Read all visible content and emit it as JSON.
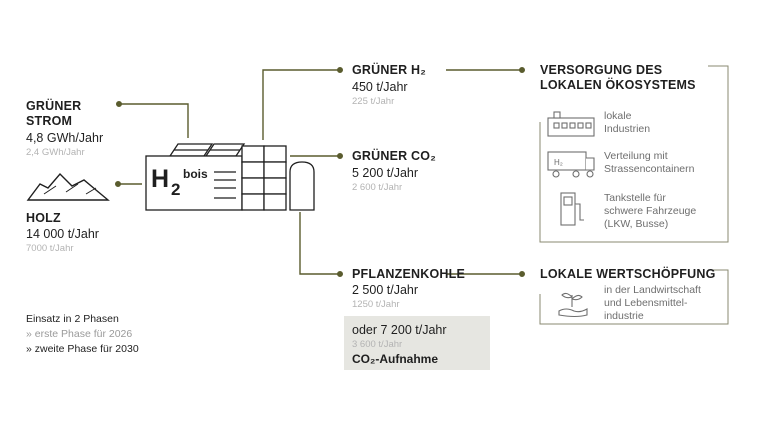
{
  "colors": {
    "accent": "#5a5c2e",
    "muted_text": "#b3b3b3",
    "box_bg": "#e6e6e1"
  },
  "strom": {
    "title": "GRÜNER\nSTROM",
    "value": "4,8 GWh/Jahr",
    "sub": "2,4 GWh/Jahr"
  },
  "holz": {
    "title": "HOLZ",
    "value": "14 000 t/Jahr",
    "sub": "7000 t/Jahr",
    "icon": "wood-pile-icon"
  },
  "plant": {
    "logo_h": "H",
    "logo_2": "2",
    "logo_bois": "bois",
    "icon": "h2bois-plant-icon"
  },
  "h2": {
    "title": "GRÜNER H₂",
    "value": "450 t/Jahr",
    "sub": "225 t/Jahr"
  },
  "co2": {
    "title": "GRÜNER CO₂",
    "value": "5 200 t/Jahr",
    "sub": "2 600 t/Jahr"
  },
  "kohle": {
    "title": "PFLANZENKOHLE",
    "value": "2 500 t/Jahr",
    "sub": "1250 t/Jahr"
  },
  "co2_uptake": {
    "value": "oder 7 200 t/Jahr",
    "sub": "3 600 t/Jahr",
    "label": "CO₂-Aufnahme"
  },
  "versorgung": {
    "title": "VERSORGUNG DES\nLOKALEN ÖKOSYSTEMS",
    "items": [
      {
        "icon": "factory-icon",
        "label": "lokale\nIndustrien"
      },
      {
        "icon": "h2-container-truck-icon",
        "label": "Verteilung mit\nStrassencontainern"
      },
      {
        "icon": "fuel-station-icon",
        "label": "Tankstelle für\nschwere Fahrzeuge\n(LKW, Busse)"
      }
    ]
  },
  "wertschoepfung": {
    "title": "LOKALE WERTSCHÖPFUNG",
    "item": {
      "icon": "hand-plant-icon",
      "label": "in der Landwirtschaft\nund Lebensmittel-\nindustrie"
    }
  },
  "phases": {
    "intro": "Einsatz in 2 Phasen",
    "first": "» erste Phase für 2026",
    "second": "» zweite Phase für 2030"
  }
}
